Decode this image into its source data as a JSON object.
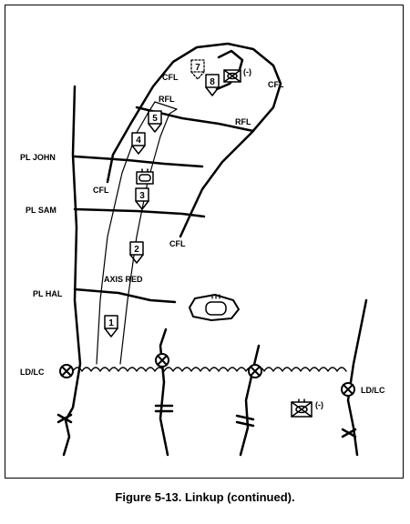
{
  "figure": {
    "caption": "Figure 5-13.   Linkup (continued)."
  },
  "labels": {
    "cfl": "CFL",
    "rfl": "RFL",
    "pl_john": "PL JOHN",
    "pl_sam": "PL SAM",
    "pl_hal": "PL HAL",
    "axis": "AXIS RED",
    "ld_lc": "LD/LC",
    "minus": "(-)"
  },
  "positions": {
    "p1": "1",
    "p2": "2",
    "p3": "3",
    "p4": "4",
    "p5": "5",
    "p7": "7",
    "p8": "8"
  }
}
